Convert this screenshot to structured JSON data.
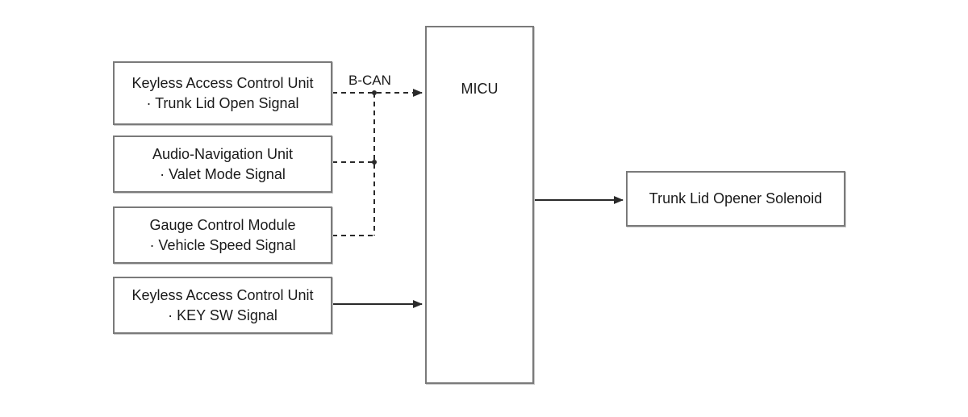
{
  "inputs": [
    {
      "name": "Keyless Access Control Unit",
      "signal": "· Trunk Lid Open Signal"
    },
    {
      "name": "Audio-Navigation Unit",
      "signal": "· Valet Mode Signal"
    },
    {
      "name": "Gauge Control Module",
      "signal": "· Vehicle Speed Signal"
    },
    {
      "name": "Keyless Access Control Unit",
      "signal": "· KEY SW Signal"
    }
  ],
  "bus_label": "B-CAN",
  "controller": "MICU",
  "output": "Trunk Lid Opener Solenoid",
  "connections": [
    {
      "from": "Keyless Access Control Unit (Trunk Lid Open Signal)",
      "to": "MICU",
      "type": "B-CAN"
    },
    {
      "from": "Audio-Navigation Unit",
      "to": "MICU",
      "type": "B-CAN"
    },
    {
      "from": "Gauge Control Module",
      "to": "MICU",
      "type": "B-CAN"
    },
    {
      "from": "Keyless Access Control Unit (KEY SW Signal)",
      "to": "MICU",
      "type": "direct"
    },
    {
      "from": "MICU",
      "to": "Trunk Lid Opener Solenoid",
      "type": "direct"
    }
  ]
}
